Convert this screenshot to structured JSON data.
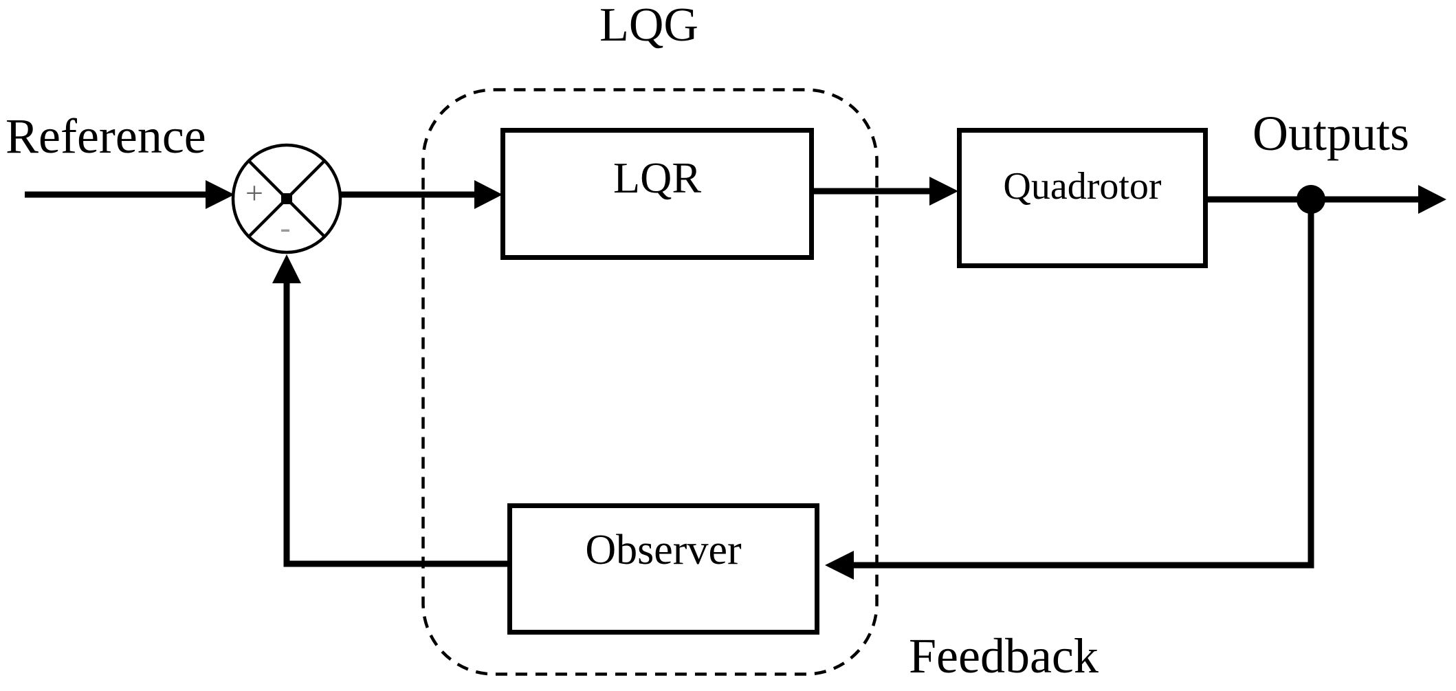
{
  "figure": {
    "type": "control-system-block-diagram",
    "group_label": "LQG",
    "labels": {
      "reference": "Reference",
      "outputs": "Outputs",
      "feedback": "Feedback"
    },
    "blocks": {
      "lqr": "LQR",
      "quadrotor": "Quadrotor",
      "observer": "Observer"
    },
    "summing_junction": {
      "plus_sign": "+",
      "minus_sign": "-"
    },
    "colors": {
      "line": "#000000",
      "background": "#ffffff",
      "plus_gray": "#666666",
      "minus_gray": "#999999"
    }
  }
}
